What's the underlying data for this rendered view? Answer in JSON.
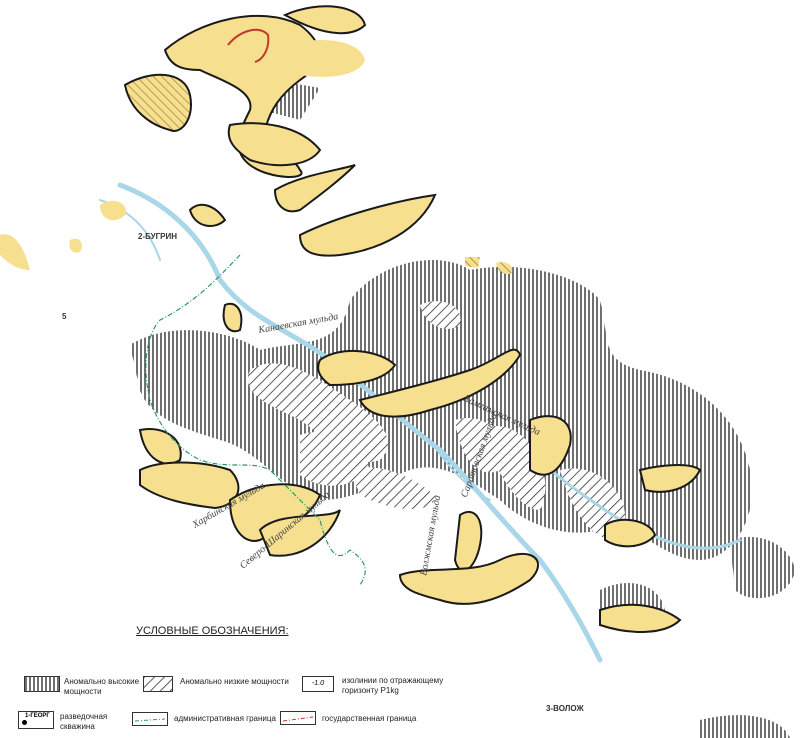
{
  "map": {
    "place_labels": {
      "bugrin": "2-БУГРИН",
      "volozh": "3-ВОЛОЖ",
      "five": "5"
    },
    "structure_labels": {
      "kanaevskaya": "Канаевская мульда",
      "kharbinskaya": "Харбинская мульда",
      "severo_sharinskaya": "Северо-Шаринская мульда",
      "khamgamskaya": "Хамгамская мульда",
      "saratovskaya": "Саратовская мульда",
      "volzhskaya": "Волжмская мульда"
    },
    "colors": {
      "anomaly_fill": "#f6df8e",
      "river": "#a9d6e8",
      "admin_border": "#2a9a6a",
      "state_border": "#c0392b",
      "isoline": "#1a1a1a"
    }
  },
  "legend": {
    "title": "УСЛОВНЫЕ ОБОЗНАЧЕНИЯ:",
    "items": {
      "high": "Аномально высокие мощности",
      "low": "Аномально низкие мощности",
      "isolines": "изолинии по отражающему горизонту P1kg",
      "isoline_value": "-1.0",
      "well": "разведочная скважина",
      "well_sample": "1-ГЕОРГ",
      "admin": "административная граница",
      "state": "государственная граница"
    }
  }
}
